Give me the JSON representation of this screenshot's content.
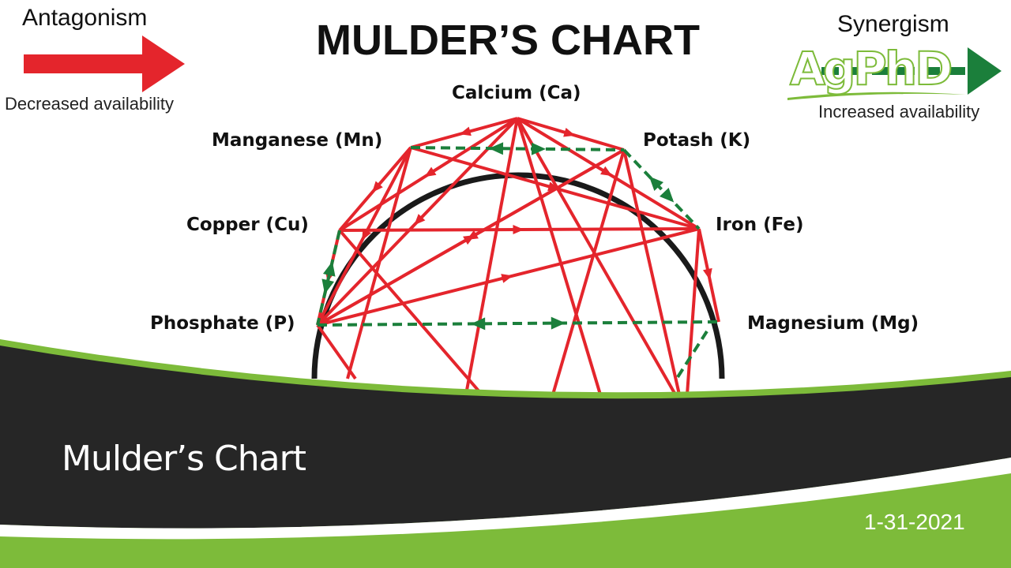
{
  "diagram": {
    "title": "MULDER’S CHART",
    "legend": {
      "antagonism": {
        "heading": "Antagonism",
        "caption": "Decreased availability",
        "color": "#e4252c"
      },
      "synergism": {
        "heading": "Synergism",
        "caption": "Increased availability",
        "color": "#1b7f3b"
      }
    },
    "nodes": {
      "ca": "Calcium (Ca)",
      "mn": "Manganese (Mn)",
      "k": "Potash (K)",
      "cu": "Copper (Cu)",
      "fe": "Iron (Fe)",
      "p": "Phosphate (P)",
      "mg": "Magnesium (Mg)"
    },
    "antagonism_links": [
      [
        "ca",
        "mn"
      ],
      [
        "ca",
        "k"
      ],
      [
        "ca",
        "fe"
      ],
      [
        "ca",
        "cu"
      ],
      [
        "ca",
        "p"
      ],
      [
        "cu",
        "fe"
      ],
      [
        "p",
        "fe"
      ],
      [
        "p",
        "k"
      ],
      [
        "mn",
        "fe"
      ],
      [
        "mn",
        "cu"
      ],
      [
        "cu",
        "p"
      ],
      [
        "k",
        "p"
      ],
      [
        "mn",
        "p"
      ],
      [
        "fe",
        "mg"
      ]
    ],
    "synergism_links": [
      [
        "mn",
        "k"
      ],
      [
        "k",
        "fe"
      ],
      [
        "p",
        "mg"
      ],
      [
        "cu",
        "p"
      ]
    ]
  },
  "logo": {
    "text": "AgPhD"
  },
  "banner": {
    "title": "Mulder’s Chart",
    "date": "1-31-2021",
    "accent": "#7dbb3a",
    "dark": "#262626"
  }
}
